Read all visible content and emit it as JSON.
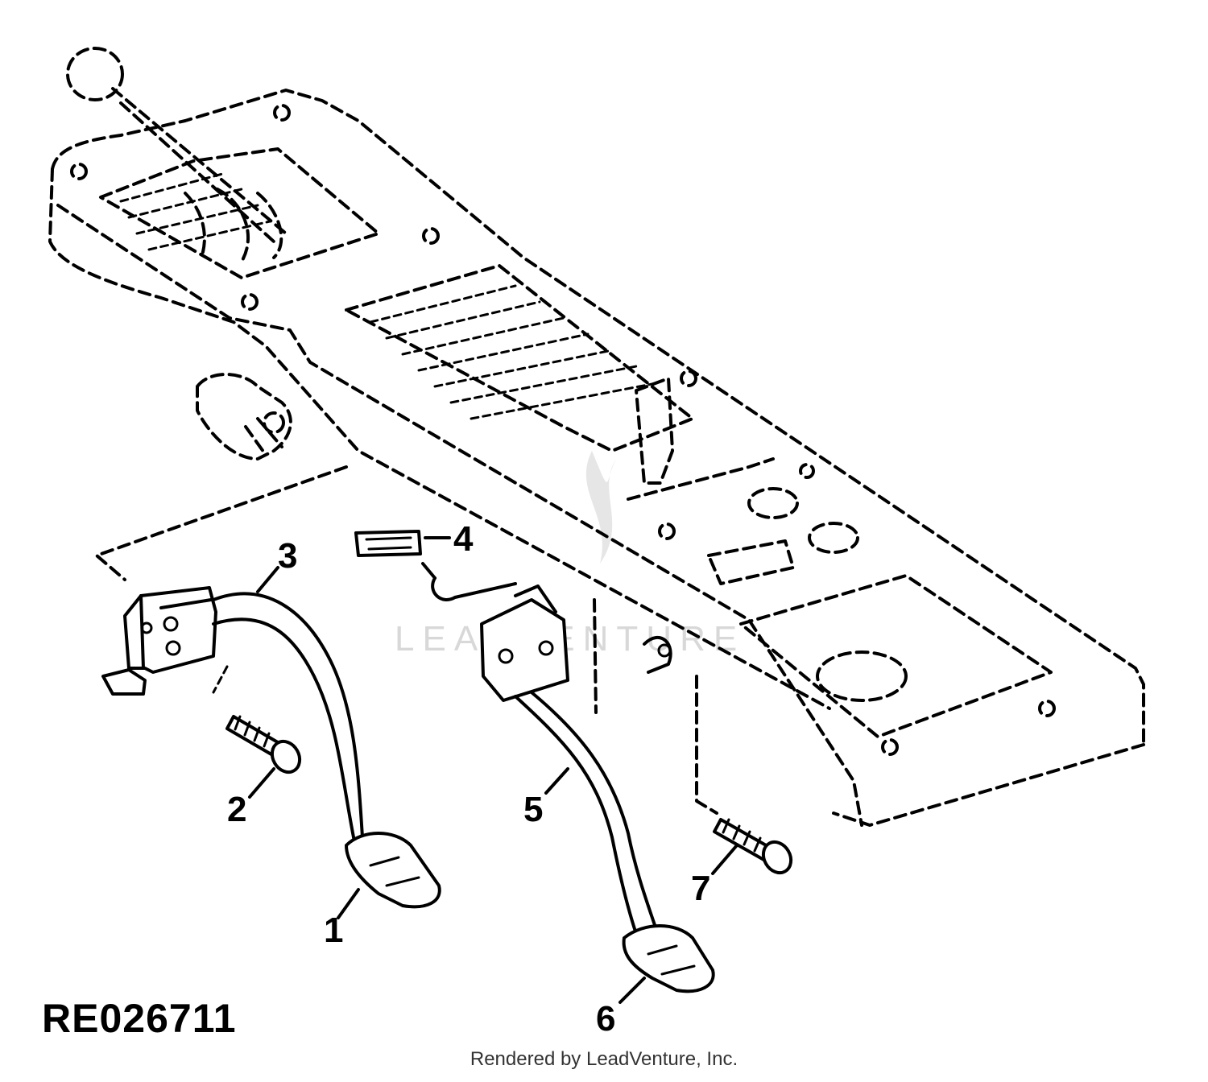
{
  "watermark": "LEADVENTURE",
  "reference_code": "RE026711",
  "credit": "Rendered by LeadVenture, Inc.",
  "callouts": [
    {
      "id": "1",
      "label": "1"
    },
    {
      "id": "2",
      "label": "2"
    },
    {
      "id": "3",
      "label": "3"
    },
    {
      "id": "4",
      "label": "4"
    },
    {
      "id": "5",
      "label": "5"
    },
    {
      "id": "6",
      "label": "6"
    },
    {
      "id": "7",
      "label": "7"
    }
  ]
}
